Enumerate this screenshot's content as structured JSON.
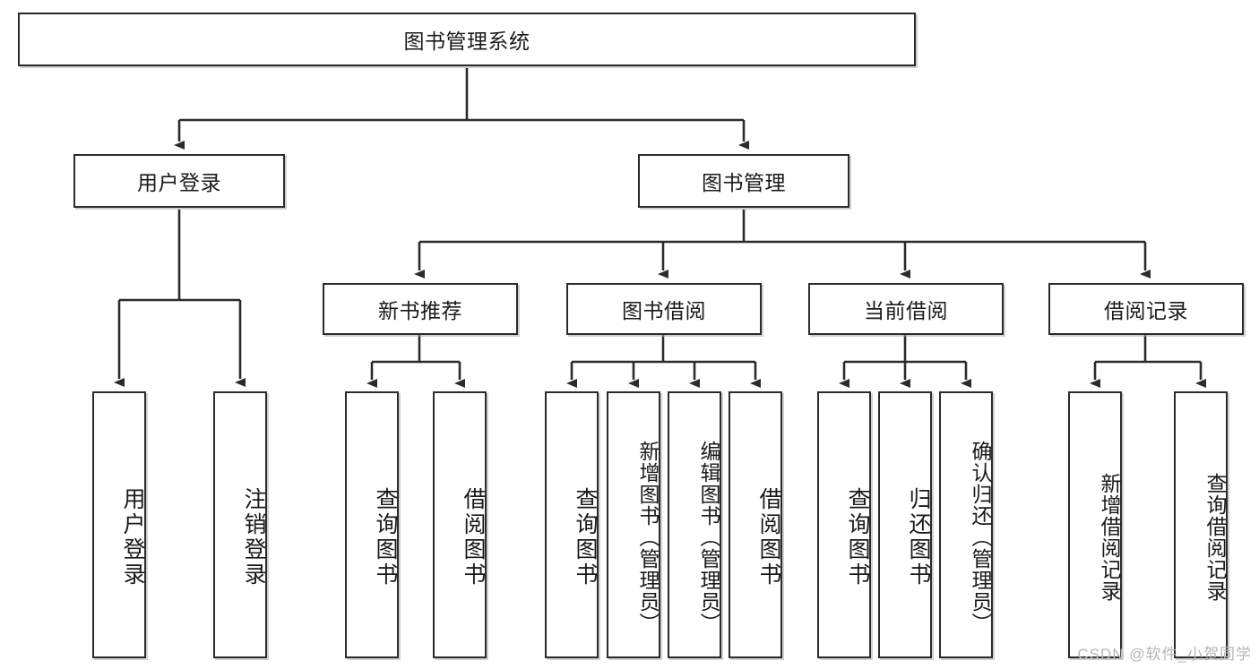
{
  "diagram": {
    "type": "tree",
    "title": "图书管理系统",
    "watermark": "CSDN @软件_小贺同学",
    "colors": {
      "box_border": "#2b2b2b",
      "box_fill": "#ffffff",
      "edge": "#2b2b2b",
      "text": "#1a1a1a",
      "watermark": "#b6b6b6"
    },
    "levels": {
      "root": {
        "label": "图书管理系统"
      },
      "level1": [
        {
          "label": "用户登录"
        },
        {
          "label": "图书管理"
        }
      ],
      "level2": [
        {
          "label": "新书推荐"
        },
        {
          "label": "图书借阅"
        },
        {
          "label": "当前借阅"
        },
        {
          "label": "借阅记录"
        }
      ],
      "leaves": {
        "user_login": [
          {
            "label": "用户登录"
          },
          {
            "label": "注销登录"
          }
        ],
        "new_book_recommend": [
          {
            "label": "查询图书"
          },
          {
            "label": "借阅图书"
          }
        ],
        "book_borrow": [
          {
            "label": "查询图书"
          },
          {
            "label": "新增图书（管理员）"
          },
          {
            "label": "编辑图书（管理员）"
          },
          {
            "label": "借阅图书"
          }
        ],
        "current_borrow": [
          {
            "label": "查询图书"
          },
          {
            "label": "归还图书"
          },
          {
            "label": "确认归还（管理员）"
          }
        ],
        "borrow_records": [
          {
            "label": "新增借阅记录"
          },
          {
            "label": "查询借阅记录"
          }
        ]
      }
    }
  }
}
